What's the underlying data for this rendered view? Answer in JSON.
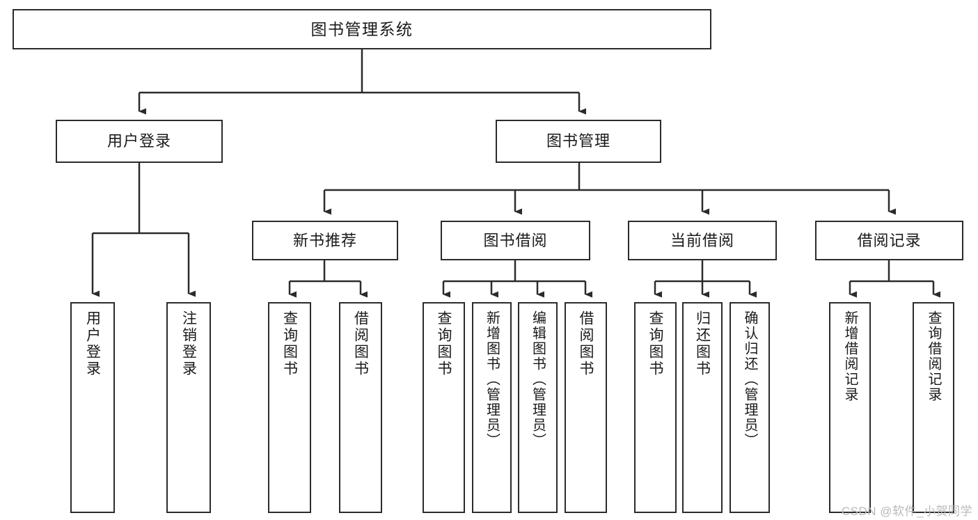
{
  "diagram": {
    "title": "图书管理系统",
    "type": "tree",
    "watermark": "CSDN @软件_小贺同学",
    "colors": {
      "background": "#ffffff",
      "node_fill": "#ffffff",
      "node_border": "#2b2b2b",
      "edge": "#2b2b2b",
      "text": "#1a1a1a",
      "watermark": "#b9b9b9"
    },
    "root": {
      "label": "图书管理系统"
    },
    "level2": [
      {
        "label": "用户登录"
      },
      {
        "label": "图书管理"
      }
    ],
    "level3": [
      {
        "label": "新书推荐"
      },
      {
        "label": "图书借阅"
      },
      {
        "label": "当前借阅"
      },
      {
        "label": "借阅记录"
      }
    ],
    "leaves": {
      "user_login": [
        {
          "label": "用户登录"
        },
        {
          "label": "注销登录"
        }
      ],
      "new_book_recommend": [
        {
          "label": "查询图书"
        },
        {
          "label": "借阅图书"
        }
      ],
      "book_borrow": [
        {
          "label": "查询图书"
        },
        {
          "label": "新增图书（管理员）"
        },
        {
          "label": "编辑图书（管理员）"
        },
        {
          "label": "借阅图书"
        }
      ],
      "current_borrow": [
        {
          "label": "查询图书"
        },
        {
          "label": "归还图书"
        },
        {
          "label": "确认归还（管理员）"
        }
      ],
      "borrow_record": [
        {
          "label": "新增借阅记录"
        },
        {
          "label": "查询借阅记录"
        }
      ]
    }
  }
}
